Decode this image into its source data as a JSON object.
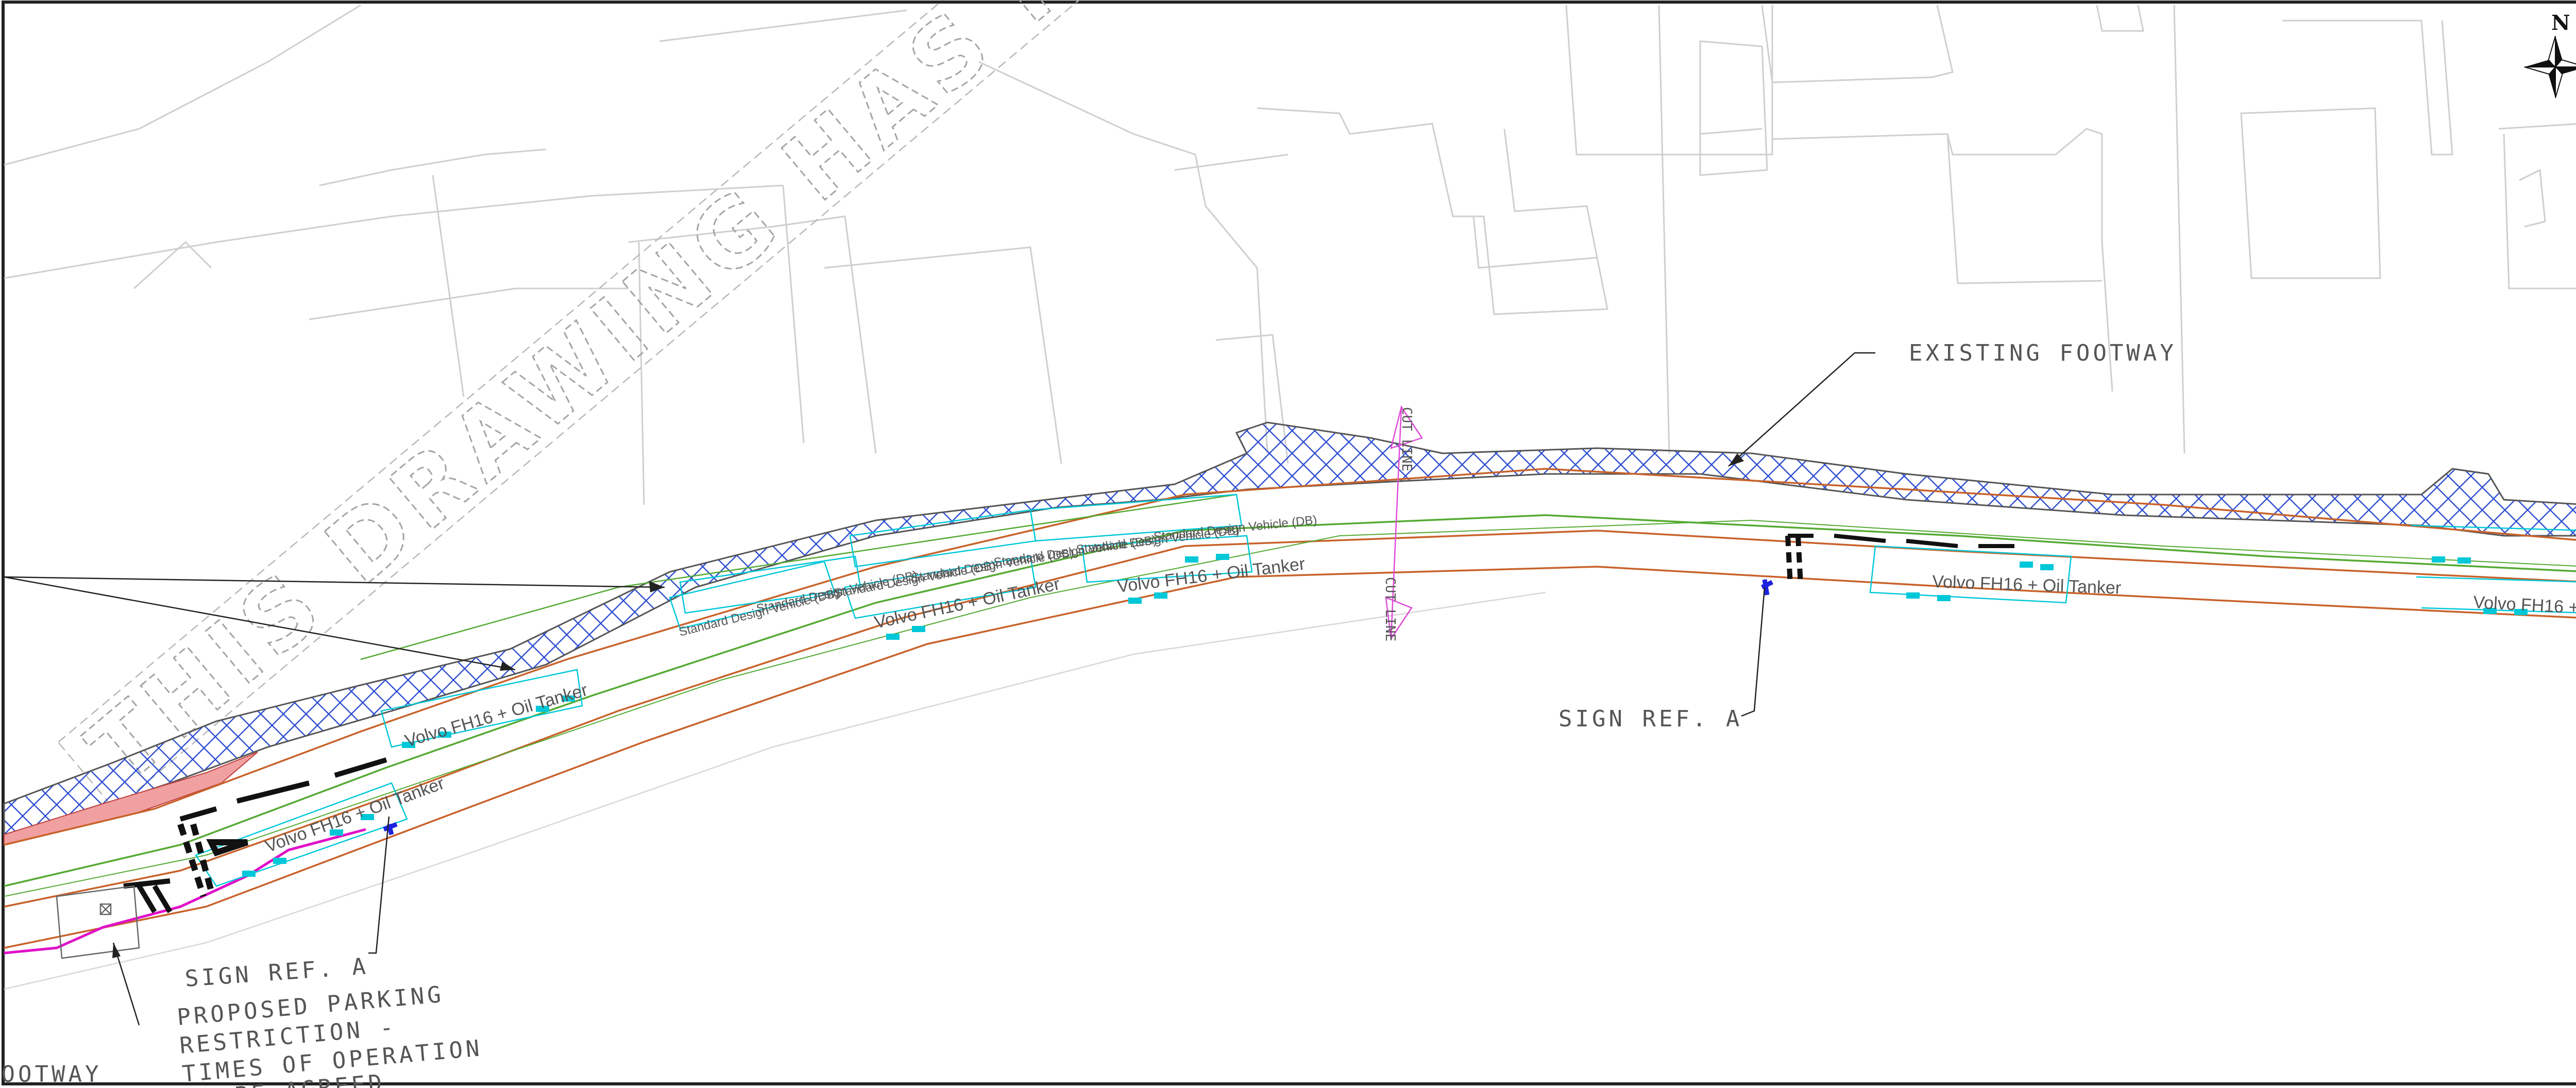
{
  "watermark": {
    "text": "THIS DRAWING HAS NOT BEEN",
    "color": "#9a9a9a"
  },
  "north_arrow": {
    "label": "N"
  },
  "labels": {
    "existing_footway": "EXISTING FOOTWAY",
    "sign_ref_a_1": "SIGN REF. A",
    "sign_ref_a_2": "SIGN REF. A",
    "proposed_parking_line1": "PROPOSED PARKING",
    "proposed_parking_line2": "RESTRICTION -",
    "proposed_parking_line3": "TIMES OF OPERATION",
    "proposed_parking_line4": "TO BE AGREED",
    "footway_left": "FOOTWAY",
    "cut_line_top": "CUT LINE",
    "cut_line_bottom": "CUT LINE"
  },
  "vehicles": {
    "tanker_label": "Volvo FH16 + Oil Tanker",
    "design_vehicle_label": "Standard Design Vehicle (DB)"
  },
  "colors": {
    "footway_hatch": "#2f4fd0",
    "tracking": "#00c8d8",
    "kerb_orange": "#c8622a",
    "kerb_green": "#55aa33",
    "cut_line": "#e04ad8",
    "boundary_magenta": "#e010c8",
    "building_lines": "#cfcfcf",
    "sign_blue": "#1c22e0",
    "infill_red": "#f0a0a0"
  }
}
